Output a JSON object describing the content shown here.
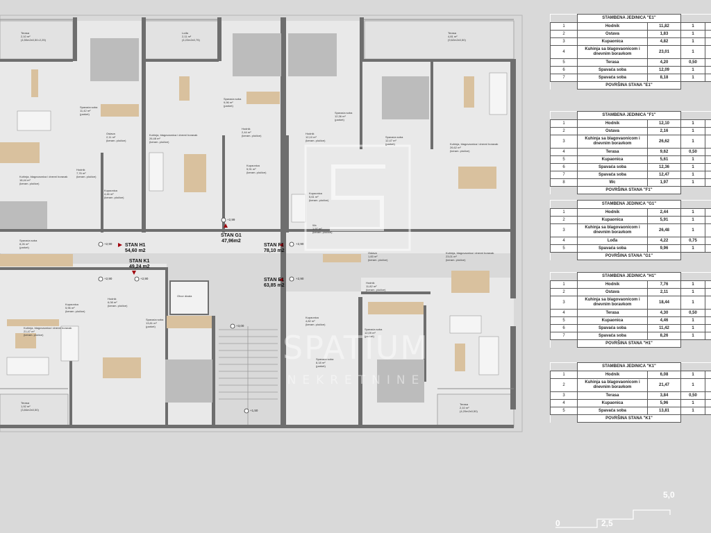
{
  "colors": {
    "wall": "#6e6e6e",
    "room": "#e9e9e9",
    "wood": "#d9c19e",
    "furniture": "#bcbcbc",
    "background": "#d9d9d9"
  },
  "watermark": {
    "line1": "SPATIUM",
    "line2": "NEKRETNINE"
  },
  "apartments": [
    {
      "name": "STAN H1",
      "area": "54,60 m2"
    },
    {
      "name": "STAN G1",
      "area": "47,96m2"
    },
    {
      "name": "STAN F1",
      "area": "78,10 m2"
    },
    {
      "name": "STAN K1",
      "area": "49,24 m2"
    },
    {
      "name": "STAN E1",
      "area": "63,85 m2"
    }
  ],
  "levels": [
    "+2,90",
    "+2,99",
    "+2,90",
    "+2,90",
    "+2,90",
    "+2,90",
    "+3,00",
    "+1,50"
  ],
  "room_labels": [
    {
      "name": "Terasa",
      "area": "2,10 m²",
      "note": "(4,50m2x0,50=2,25)"
    },
    {
      "name": "Lođa",
      "area": "2,11 m²",
      "note": "(4,22m2x0,75)"
    },
    {
      "name": "Terasa",
      "area": "4,81 m²",
      "note": "(9,62m2x0,50)"
    },
    {
      "name": "Spavaća soba",
      "area": "11,42 m²",
      "note": "(parket)"
    },
    {
      "name": "Spavaća soba",
      "area": "9,96 m²",
      "note": "(parket)"
    },
    {
      "name": "Spavaća soba",
      "area": "12,36 m²",
      "note": "(parket)"
    },
    {
      "name": "Spavaća soba",
      "area": "12,47 m²",
      "note": "(parket)"
    },
    {
      "name": "Ostava",
      "area": "2,11 m²",
      "note": "(keram. pločice)"
    },
    {
      "name": "Kuhinja, blagovaonica i dnevni boravak",
      "area": "26,48 m²",
      "note": "(keram. pločice)"
    },
    {
      "name": "Hodnik",
      "area": "2,44 m²",
      "note": "(keram. pločice)"
    },
    {
      "name": "Kupaonica",
      "area": "5,91 m²",
      "note": "(keram. pločice)"
    },
    {
      "name": "Hodnik",
      "area": "12,10 m²",
      "note": "(keram. pločice)"
    },
    {
      "name": "Kuhinja, blagovaonica i dnevni boravak",
      "area": "26,62 m²",
      "note": "(keram. pločice)"
    },
    {
      "name": "Hodnik",
      "area": "7,76 m²",
      "note": "(keram. pločice)"
    },
    {
      "name": "Kuhinja, blagovaonica i dnevni boravak",
      "area": "18,44 m²",
      "note": "(keram. pločice)"
    },
    {
      "name": "Kupaonica",
      "area": "4,46 m²",
      "note": "(keram. pločice)"
    },
    {
      "name": "Spavaća soba",
      "area": "8,26 m²",
      "note": "(parket)"
    },
    {
      "name": "Kupaonica",
      "area": "5,61 m²",
      "note": "(keram. pločice)"
    },
    {
      "name": "Wc",
      "area": "1,97 m²",
      "note": "(keram. pločice)"
    },
    {
      "name": "Ostava",
      "area": "1,83 m²",
      "note": "(keram. pločice)"
    },
    {
      "name": "Kupaonica",
      "area": "5,96 m²",
      "note": "(keram. pločice)"
    },
    {
      "name": "Hodnik",
      "area": "6,08 m²",
      "note": "(keram. pločice)"
    },
    {
      "name": "Spavaća soba",
      "area": "13,81 m²",
      "note": "(parket)"
    },
    {
      "name": "Hodnik",
      "area": "11,82 m²",
      "note": "(keram. pločice)"
    },
    {
      "name": "Kuhinja, blagovaonica i dnevni boravak",
      "area": "21,47 m²",
      "note": "(keram. pločice)"
    },
    {
      "name": "Kupaonica",
      "area": "4,82 m²",
      "note": "(keram. pločice)"
    },
    {
      "name": "Spavaća soba",
      "area": "12,09 m²",
      "note": "(parket)"
    },
    {
      "name": "Kuhinja, blagovaonica i dnevni boravak",
      "area": "23,01 m²",
      "note": "(keram. pločice)"
    },
    {
      "name": "Spavaća soba",
      "area": "8,18 m²",
      "note": "(parket)"
    },
    {
      "name": "Terasa",
      "area": "1,92 m²",
      "note": "(3,84m2x0,50)"
    },
    {
      "name": "Terasa",
      "area": "2,10 m²",
      "note": "(4,20m2x0,50)"
    },
    {
      "name": "Otvor dizala",
      "area": "",
      "note": ""
    }
  ],
  "units": [
    {
      "title": "STAMBENA JEDINICA \"E1\"",
      "total": "POVRŠINA STANA \"E1\"",
      "rows": [
        {
          "n": "1",
          "name": "Hodnik",
          "area": "11,82",
          "k": "1"
        },
        {
          "n": "2",
          "name": "Ostava",
          "area": "1,83",
          "k": "1"
        },
        {
          "n": "3",
          "name": "Kupaonica",
          "area": "4,82",
          "k": "1"
        },
        {
          "n": "4",
          "name": "Kuhinja sa blagovaonicom i dnevnim boravkom",
          "area": "23,01",
          "k": "1"
        },
        {
          "n": "5",
          "name": "Terasa",
          "area": "4,20",
          "k": "0,50"
        },
        {
          "n": "6",
          "name": "Spavaća soba",
          "area": "12,09",
          "k": "1"
        },
        {
          "n": "7",
          "name": "Spavaća soba",
          "area": "8,18",
          "k": "1"
        }
      ]
    },
    {
      "title": "STAMBENA JEDINICA \"F1\"",
      "total": "POVRŠINA STANA \"F1\"",
      "rows": [
        {
          "n": "1",
          "name": "Hodnik",
          "area": "12,10",
          "k": "1"
        },
        {
          "n": "2",
          "name": "Ostava",
          "area": "2,16",
          "k": "1"
        },
        {
          "n": "3",
          "name": "Kuhinja sa blagovaonicom i dnevnim boravkom",
          "area": "26,62",
          "k": "1"
        },
        {
          "n": "4",
          "name": "Terasa",
          "area": "9,62",
          "k": "0,50"
        },
        {
          "n": "5",
          "name": "Kupaonica",
          "area": "5,61",
          "k": "1"
        },
        {
          "n": "6",
          "name": "Spavaća soba",
          "area": "12,36",
          "k": "1"
        },
        {
          "n": "7",
          "name": "Spavaća soba",
          "area": "12,47",
          "k": "1"
        },
        {
          "n": "8",
          "name": "Wc",
          "area": "1,97",
          "k": "1"
        }
      ]
    },
    {
      "title": "STAMBENA JEDINICA \"G1\"",
      "total": "POVRŠINA STANA \"G1\"",
      "rows": [
        {
          "n": "1",
          "name": "Hodnik",
          "area": "2,44",
          "k": "1"
        },
        {
          "n": "2",
          "name": "Kupaonica",
          "area": "5,91",
          "k": "1"
        },
        {
          "n": "3",
          "name": "Kuhinja sa blagovaonicom i dnevnim boravkom",
          "area": "26,48",
          "k": "1"
        },
        {
          "n": "4",
          "name": "Lođa",
          "area": "4,22",
          "k": "0,75"
        },
        {
          "n": "5",
          "name": "Spavaća soba",
          "area": "9,96",
          "k": "1"
        }
      ]
    },
    {
      "title": "STAMBENA JEDINICA \"H1\"",
      "total": "POVRŠINA STANA \"H1\"",
      "rows": [
        {
          "n": "1",
          "name": "Hodnik",
          "area": "7,76",
          "k": "1"
        },
        {
          "n": "2",
          "name": "Ostava",
          "area": "2,11",
          "k": "1"
        },
        {
          "n": "3",
          "name": "Kuhinja sa blagovaonicom i dnevnim boravkom",
          "area": "18,44",
          "k": "1"
        },
        {
          "n": "4",
          "name": "Terasa",
          "area": "4,30",
          "k": "0,50"
        },
        {
          "n": "5",
          "name": "Kupaonica",
          "area": "4,46",
          "k": "1"
        },
        {
          "n": "6",
          "name": "Spavaća soba",
          "area": "11,42",
          "k": "1"
        },
        {
          "n": "7",
          "name": "Spavaća soba",
          "area": "8,26",
          "k": "1"
        }
      ]
    },
    {
      "title": "STAMBENA JEDINICA \"K1\"",
      "total": "POVRŠINA STANA \"K1\"",
      "rows": [
        {
          "n": "1",
          "name": "Hodnik",
          "area": "6,08",
          "k": "1"
        },
        {
          "n": "2",
          "name": "Kuhinja sa blagovaonicom i dnevnim boravkom",
          "area": "21,47",
          "k": "1"
        },
        {
          "n": "3",
          "name": "Terasa",
          "area": "3,84",
          "k": "0,50"
        },
        {
          "n": "4",
          "name": "Kupaonica",
          "area": "5,96",
          "k": "1"
        },
        {
          "n": "5",
          "name": "Spavaća soba",
          "area": "13,81",
          "k": "1"
        }
      ]
    }
  ],
  "scale": {
    "labels": [
      "0",
      "2,5",
      "5,0"
    ]
  }
}
